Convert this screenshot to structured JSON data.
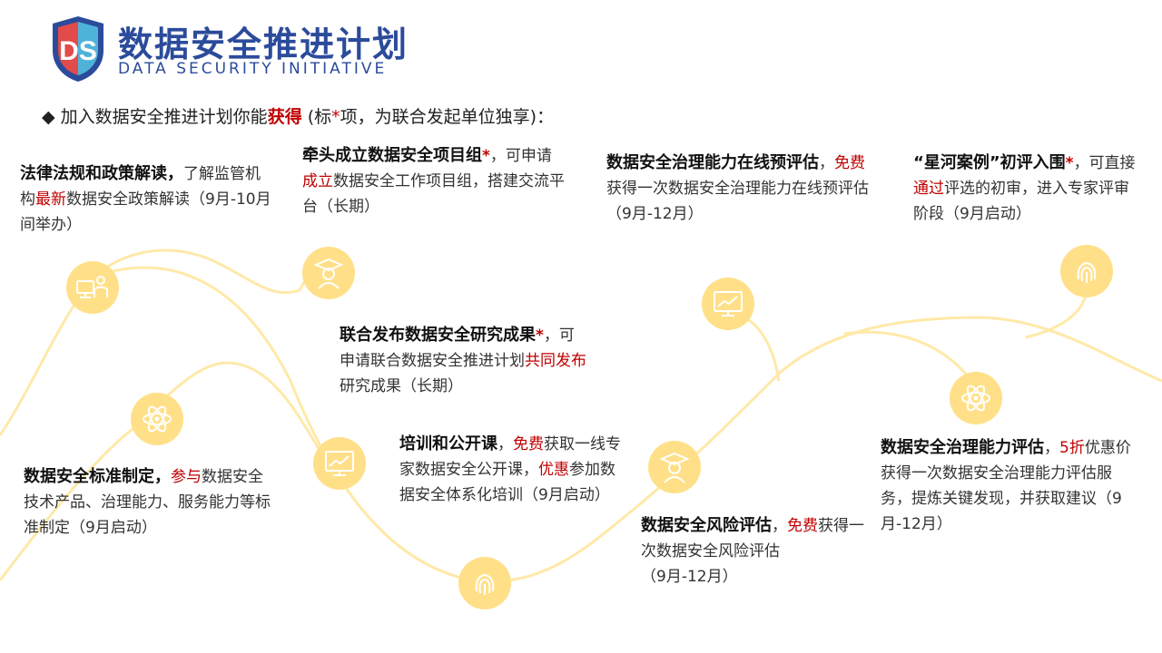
{
  "logo": {
    "title_cn": "数据安全推进计划",
    "title_en": "DATA SECURITY INITIATIVE"
  },
  "intro": {
    "bullet": "◆",
    "pre": "加入数据安全推进计划你能",
    "highlight": "获得",
    "mid1": " (标",
    "star": "*",
    "post": "项，为联合发起单位独享)："
  },
  "items": {
    "law": {
      "title": "法律法规和政策解读，",
      "p1": "了解监管机构",
      "red": "最新",
      "p2": "数据安全政策解读（9月-10月间举办）"
    },
    "project": {
      "title": "牵头成立数据安全项目组",
      "star": "*",
      "p0": "，可申请",
      "red": "成立",
      "p2": "数据安全工作项目组，搭建交流平台（长期）"
    },
    "online": {
      "title": "数据安全治理能力在线预评估",
      "p0": "，",
      "red": "免费",
      "p2": "获得一次数据安全治理能力在线预评估（9月-12月）"
    },
    "galaxy": {
      "title": "“星河案例”初评入围",
      "star": "*",
      "p0": "，可直接",
      "red": "通过",
      "p2": "评选的初审，进入专家评审阶段（9月启动）"
    },
    "research": {
      "title": "联合发布数据安全研究成果",
      "star": "*",
      "p0": "，可申请联合数据安全推进计划",
      "red": "共同发布",
      "p2": "研究成果（长期）"
    },
    "standard": {
      "title": "数据安全标准制定，",
      "red": "参与",
      "p2": "数据安全技术产品、治理能力、服务能力等标准制定（9月启动）"
    },
    "training": {
      "title": "培训和公开课",
      "p0": "，",
      "red": "免费",
      "p1": "获取一线专家数据安全公开课，",
      "red2": "优惠",
      "p2": "参加数据安全体系化培训（9月启动）"
    },
    "risk": {
      "title": "数据安全风险评估",
      "p0": "，",
      "red": "免费",
      "p2": "获得一次数据安全风险评估",
      "p3": "（9月-12月）"
    },
    "governance": {
      "title": "数据安全治理能力评估",
      "p0": "，",
      "red": "5折",
      "p2": "优惠价获得一次数据安全治理能力评估服务，提炼关键发现，并获取建议（9月-12月）"
    }
  },
  "icons": [
    "computer-user-icon",
    "graduate-icon",
    "atom-icon",
    "chart-monitor-icon",
    "fingerprint-icon",
    "graduate-icon",
    "chart-monitor-icon",
    "fingerprint-icon",
    "atom-icon"
  ],
  "colors": {
    "accent_red": "#c00000",
    "logo_blue": "#2b4b9b",
    "wave": "#ffe089"
  }
}
